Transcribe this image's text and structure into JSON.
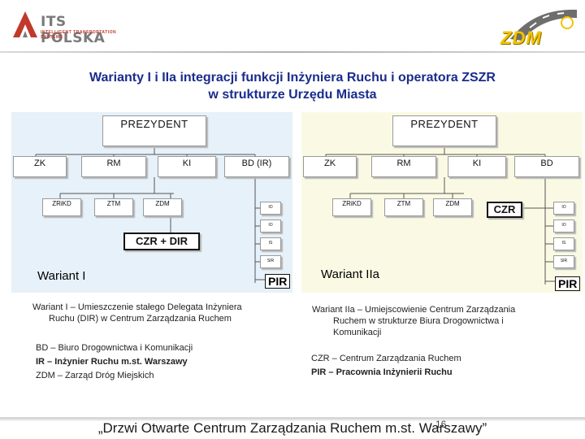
{
  "header": {
    "its_logo_name": "ITS POLSKA",
    "its_logo_sub": "INTELLIGENT TRANSPORTATION SYSTEMS",
    "zdm_logo_text": "ZDM"
  },
  "title_line1": "Warianty I i IIa integracji funkcji Inżyniera Ruchu i operatora ZSZR",
  "title_line2": "w strukturze Urzędu Miasta",
  "left_chart": {
    "top": "PREZYDENT",
    "row1": [
      "ZK",
      "RM",
      "KI",
      "BD (IR)"
    ],
    "row2": [
      "ZRiKD",
      "ZTM",
      "ZDM"
    ],
    "center": "CZR + DIR",
    "side": [
      "IO",
      "IO",
      "IS",
      "SIR"
    ],
    "pir": "PIR",
    "label": "Wariant I"
  },
  "right_chart": {
    "top": "PREZYDENT",
    "row1": [
      "ZK",
      "RM",
      "KI",
      "BD"
    ],
    "row2": [
      "ZRiKD",
      "ZTM",
      "ZDM"
    ],
    "czr": "CZR",
    "side": [
      "IO",
      "IO",
      "IS",
      "SIR"
    ],
    "pir": "PIR",
    "label": "Wariant IIa"
  },
  "left_desc": {
    "line1": "Wariant I – Umieszczenie stałego Delegata Inżyniera",
    "line2": "Ruchu (DIR) w Centrum Zarządzania Ruchem",
    "abbr1": "BD – Biuro Drogownictwa i Komunikacji",
    "abbr2": "IR – Inżynier Ruchu m.st. Warszawy",
    "abbr3": "ZDM – Zarząd Dróg Miejskich"
  },
  "right_desc": {
    "line1": "Wariant IIa – Umiejscowienie Centrum Zarządzania",
    "line2": "Ruchem w strukturze Biura Drogownictwa i",
    "line3": "Komunikacji",
    "abbr1": "CZR – Centrum Zarządzania Ruchem",
    "abbr2": "PIR – Pracownia Inżynierii Ruchu"
  },
  "footer": "„Drzwi Otwarte Centrum Zarządzania Ruchem m.st. Warszawy”",
  "page_number": "16",
  "colors": {
    "title": "#1a2c8c",
    "left_panel": "#e6f1f9",
    "right_panel": "#fafae4",
    "its_red": "#c0392b",
    "zdm_yellow": "#f2c400"
  }
}
